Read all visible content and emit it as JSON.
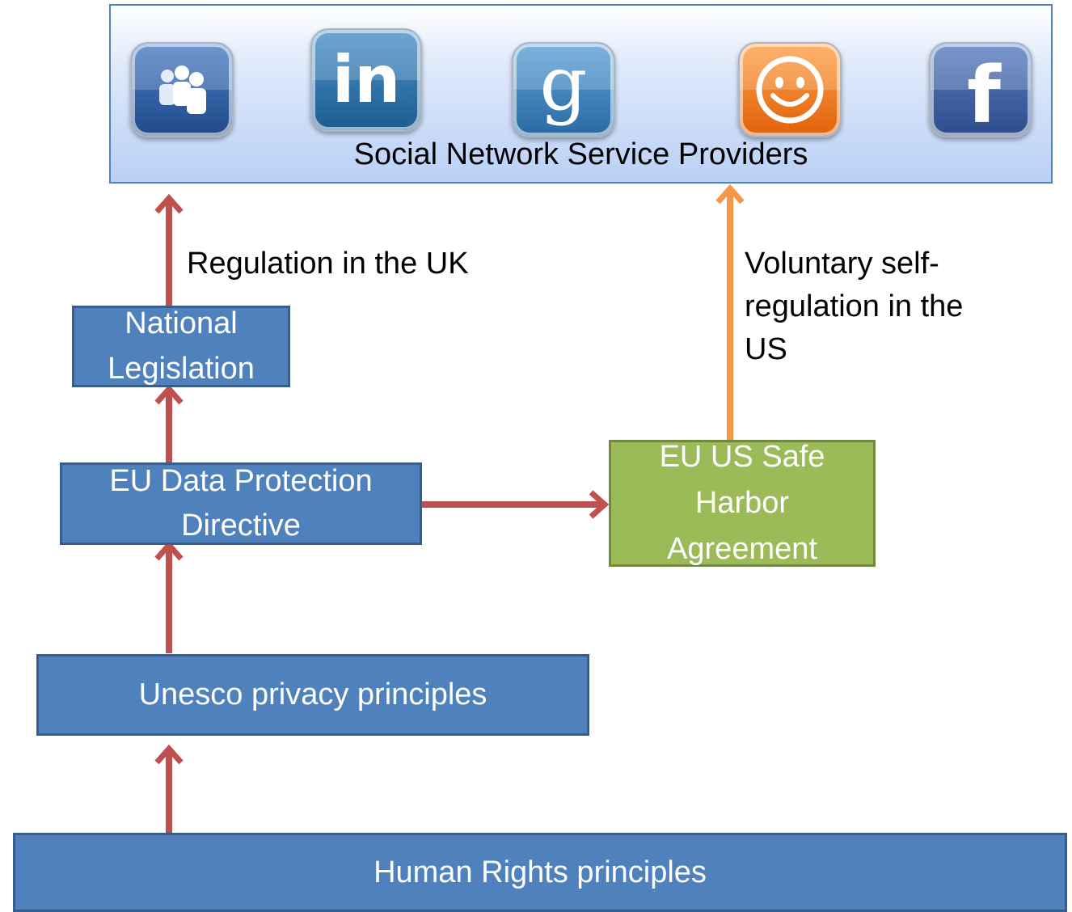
{
  "top": {
    "label": "Social Network Service Providers",
    "logos": [
      {
        "icon": "myspace-people-icon",
        "color": "#2e5fa3"
      },
      {
        "icon": "linkedin-icon",
        "text": "in",
        "color": "#2a6ea8"
      },
      {
        "icon": "google-g-icon",
        "text": "g",
        "color": "#3a7fb8"
      },
      {
        "icon": "smiley-face-icon",
        "color": "#f47c20"
      },
      {
        "icon": "facebook-icon",
        "text": "f",
        "color": "#3b5998"
      }
    ]
  },
  "nodes": {
    "national": "National Legislation",
    "eu_directive": "EU Data Protection Directive",
    "safe_harbor": "EU US Safe Harbor Agreement",
    "unesco": "Unesco privacy principles",
    "human_rights": "Human Rights principles"
  },
  "labels": {
    "uk": "Regulation in the UK",
    "us": "Voluntary self-regulation in the US"
  },
  "colors": {
    "box_fill": "#4f81bd",
    "box_border": "#385d8a",
    "safe_harbor_fill": "#9bbb59",
    "safe_harbor_border": "#71893f",
    "arrow_red": "#c0504d",
    "arrow_orange": "#f79646"
  }
}
